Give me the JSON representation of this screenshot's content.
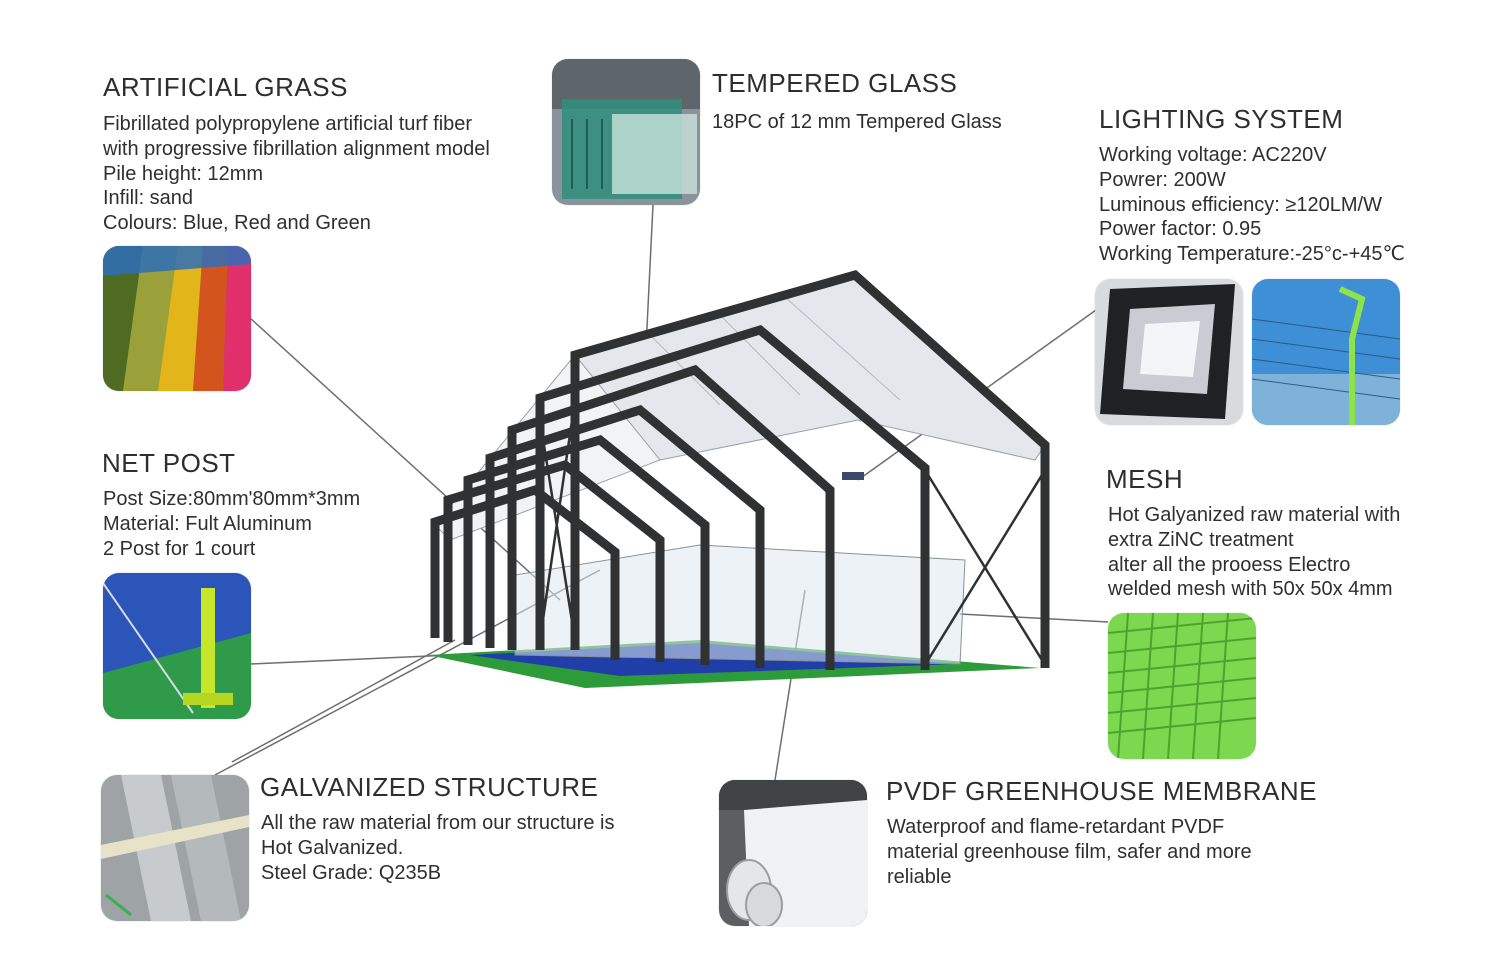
{
  "sections": {
    "artificial_grass": {
      "title": "ARTIFICIAL GRASS",
      "lines": [
        "Fibrillated polypropylene artificial turf fiber",
        "with progressive fibrillation alignment model",
        "Pile height: 12mm",
        "Infill: sand",
        "Colours: Blue, Red and Green"
      ]
    },
    "tempered_glass": {
      "title": "TEMPERED GLASS",
      "lines": [
        "18PC of 12 mm Tempered Glass"
      ]
    },
    "lighting_system": {
      "title": "LIGHTING SYSTEM",
      "lines": [
        "Working voltage: AC220V",
        "Powrer: 200W",
        "Luminous efficiency: ≥120LM/W",
        "Power factor: 0.95",
        "Working Temperature:-25°c-+45℃"
      ]
    },
    "net_post": {
      "title": "NET POST",
      "lines": [
        "Post Size:80mm'80mm*3mm",
        "Material: Fult Aluminum",
        "2 Post for 1 court"
      ]
    },
    "mesh": {
      "title": "MESH",
      "lines": [
        "Hot Galyanized raw material with",
        "extra ZiNC treatment",
        "alter all the prooess Electro",
        "welded mesh with 50x 50x 4mm"
      ]
    },
    "galvanized_structure": {
      "title": "GALVANIZED STRUCTURE",
      "lines": [
        "All the raw material from our structure is",
        "Hot Galvanized.",
        "Steel Grade: Q235B"
      ]
    },
    "pvdf_membrane": {
      "title": "PVDF GREENHOUSE MEMBRANE",
      "lines": [
        "Waterproof and flame-retardant PVDF",
        "material greenhouse film, safer and more",
        "reliable"
      ]
    }
  },
  "colors": {
    "frame": "#2f3133",
    "roof": "#eceef1",
    "court_blue": "#1f3ea8",
    "turf_green": "#2e9b3a",
    "leader_line": "#6e6e6e",
    "mesh_green": "#7bd84f"
  }
}
